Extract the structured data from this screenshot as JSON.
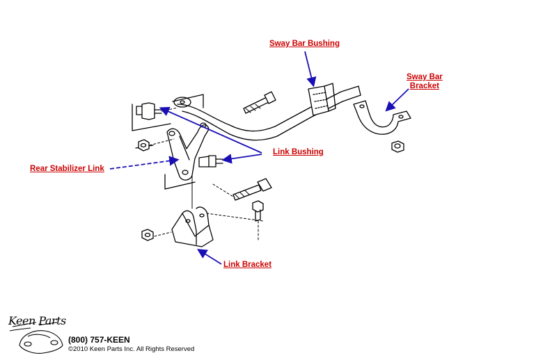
{
  "callouts": {
    "sway_bar_bushing": "Sway Bar Bushing",
    "sway_bar_bracket_line1": "Sway Bar",
    "sway_bar_bracket_line2": "Bracket",
    "link_bushing": "Link Bushing",
    "rear_stabilizer_link": "Rear Stabilizer Link",
    "link_bracket": "Link Bracket"
  },
  "footer": {
    "logo_text": "Keen Parts",
    "phone": "(800) 757-KEEN",
    "copyright": "©2010 Keen Parts Inc. All Rights Reserved"
  },
  "colors": {
    "callout_text": "#cc0000",
    "leader_line": "#1a0fb4",
    "line_art": "#000000"
  },
  "icons": [
    "car-logo-icon"
  ]
}
